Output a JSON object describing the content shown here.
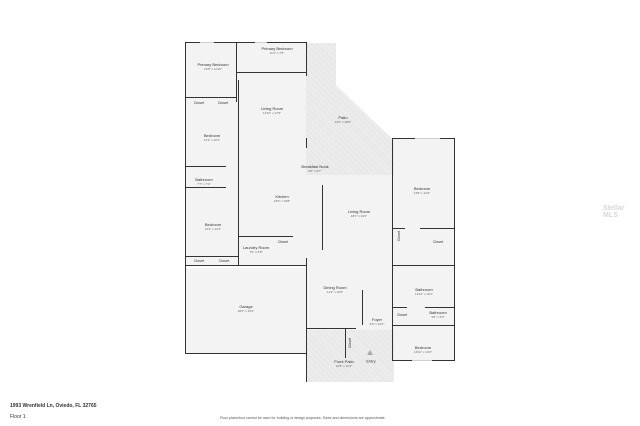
{
  "floorplan": {
    "address": "1993 Wrenfield Ln, Oviedo, FL 32765",
    "floor": "Floor 1",
    "disclaimer": "Floor plans/tour cannot be used for building or design purposes. Sizes and dimensions are approximate.",
    "watermark": "Stellar MLS",
    "rooms": {
      "primary_bedroom_main": {
        "name": "Primary Bedroom",
        "dims": "16'0\" x 11'10\""
      },
      "primary_bedroom_annex": {
        "name": "Primary Bedroom",
        "dims": "11'1\" x 7'6\""
      },
      "living_room_upper": {
        "name": "Living Room",
        "dims": "14'10\" x 17'9\""
      },
      "patio": {
        "name": "Patio",
        "dims": "16'0\" x 28'0\""
      },
      "bedroom_nw": {
        "name": "Bedroom",
        "dims": "11'3\" x 10'1\""
      },
      "bathroom_west": {
        "name": "Bathroom",
        "dims": "7'7\" x 7'3\""
      },
      "breakfast_nook": {
        "name": "Breakfast Nook",
        "dims": "8'6\" x 8'7\""
      },
      "kitchen": {
        "name": "Kitchen",
        "dims": "16'3\" x 19'8\""
      },
      "bedroom_west": {
        "name": "Bedroom",
        "dims": "11'2\" x 14'1\""
      },
      "laundry_room": {
        "name": "Laundry Room",
        "dims": "7'6\" x 5'8\""
      },
      "living_room_center": {
        "name": "Living Room",
        "dims": "18'1\" x 19'4\""
      },
      "bedroom_east": {
        "name": "Bedroom",
        "dims": "13'8\" x 21'2\""
      },
      "garage": {
        "name": "Garage",
        "dims": "20'0\" x 19'4\""
      },
      "dining_room": {
        "name": "Dining Room",
        "dims": "11'4\" x 16'9\""
      },
      "bathroom_east": {
        "name": "Bathroom",
        "dims": "12'11\" x 10'1\""
      },
      "bathroom_small": {
        "name": "Bathroom",
        "dims": "5'6\" x 5'3\""
      },
      "foyer": {
        "name": "Foyer",
        "dims": "6'0\" x 10'0\""
      },
      "front_patio": {
        "name": "Front Patio",
        "dims": "10'8\" x 12'3\""
      },
      "bedroom_se": {
        "name": "Bedroom",
        "dims": "10'11\" x 12'3\""
      },
      "entry": {
        "name": "Entry"
      }
    },
    "closet_label": "Closet"
  }
}
